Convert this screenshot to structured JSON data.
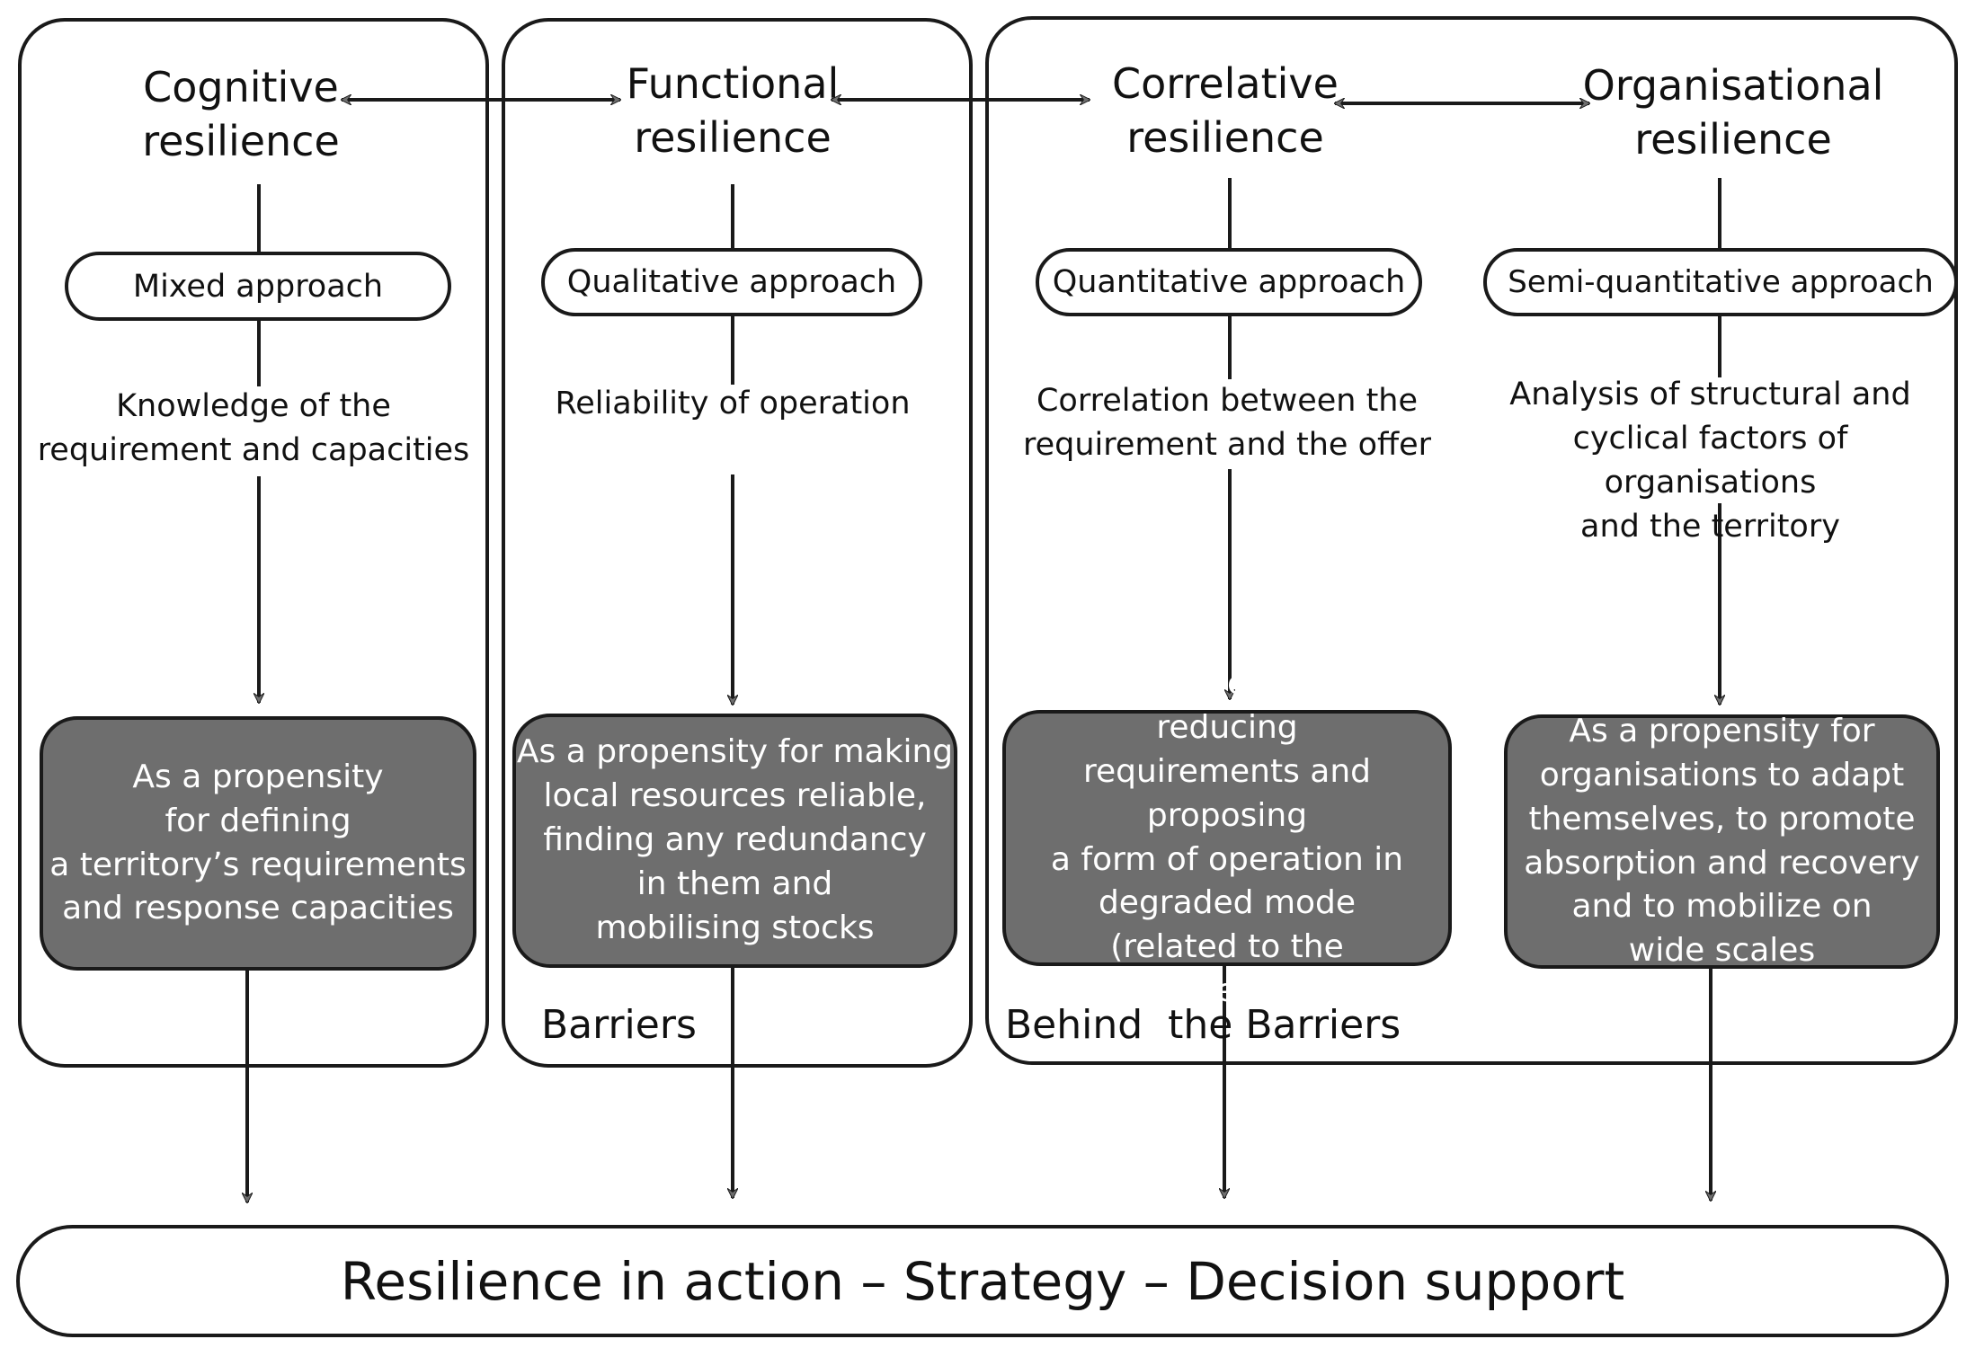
{
  "columns": [
    {
      "title": "Cognitive\nresilience",
      "approach": "Mixed approach",
      "description": "Knowledge of the\nrequirement and capacities",
      "propensity": "As a propensity\nfor defining\na territory’s requirements\nand response capacities"
    },
    {
      "title": "Functional\nresilience",
      "approach": "Qualitative approach",
      "description": "Reliability of operation",
      "propensity": "As a propensity for making\nlocal resources reliable,\nfinding any redundancy\nin them and\nmobilising stocks"
    },
    {
      "title": "Correlative\nresilience",
      "approach": "Quantitative approach",
      "description": "Correlation between the\nrequirement and the offer",
      "propensity": "As a propensity for reducing\nrequirements and proposing\na form of operation in\ndegraded mode\n(related to the requirement)"
    },
    {
      "title": "Organisational\nresilience",
      "approach": "Semi-quantitative approach",
      "description": "Analysis of structural and\ncyclical factors of organisations\nand the territory",
      "propensity": "As a propensity for\norganisations to adapt\nthemselves, to promote\nabsorption and recovery\nand to mobilize on\nwide scales"
    }
  ],
  "groups": {
    "barriers": "Barriers",
    "behind_barriers": "Behind  the Barriers"
  },
  "bottom_bar": "Resilience in action – Strategy – Decision support",
  "colors": {
    "line": "#1a1a1a",
    "arrowhead": "#6e6e6e",
    "dark_box": "#6e6e6e",
    "dark_box_text": "#ffffff"
  }
}
